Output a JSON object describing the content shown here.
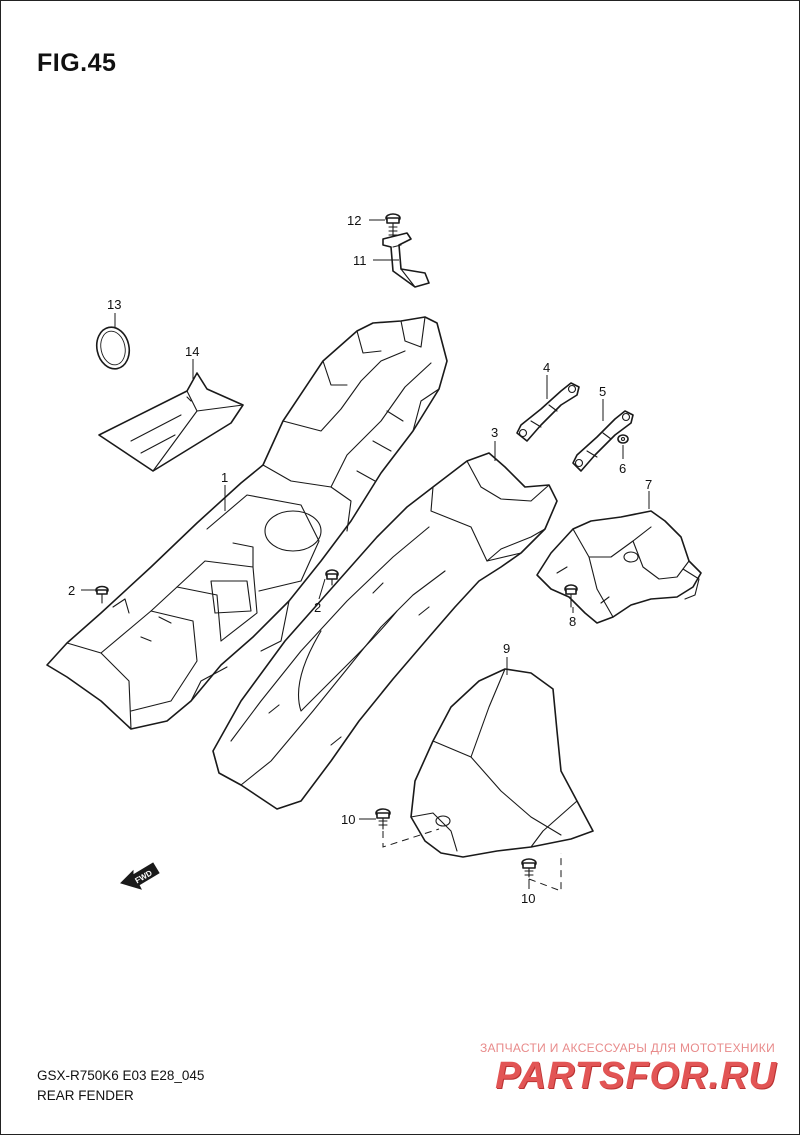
{
  "figure": {
    "title": "FIG.45"
  },
  "callouts": {
    "c1": "1",
    "c2a": "2",
    "c2b": "2",
    "c3": "3",
    "c4": "4",
    "c5": "5",
    "c6": "6",
    "c7": "7",
    "c8": "8",
    "c9": "9",
    "c10a": "10",
    "c10b": "10",
    "c11": "11",
    "c12": "12",
    "c13": "13",
    "c14": "14"
  },
  "fwd_marker": {
    "label": "FWD",
    "icon": "fwd-arrow-icon"
  },
  "footer": {
    "model_code": "GSX-R750K6 E03 E28_045",
    "group_name": "REAR FENDER"
  },
  "watermark": {
    "tagline": "ЗАПЧАСТИ И АКСЕССУАРЫ ДЛЯ МОТОТЕХНИКИ",
    "brand": "PARTSFOR.RU"
  },
  "colors": {
    "line": "#1a1a1a",
    "background": "#ffffff",
    "watermark": "#e25555"
  }
}
